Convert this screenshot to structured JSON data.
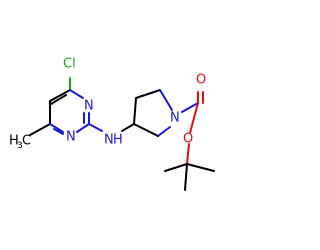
{
  "molecule": {
    "atoms": {
      "cl": "Cl",
      "n_ring_upper": "N",
      "n_ring_lower": "N",
      "nh_n": "N",
      "nh_h": "H",
      "n_pyrrolidine": "N",
      "o_carbonyl": "O",
      "o_ester": "O",
      "methyl_h": "H",
      "methyl_3": "3",
      "methyl_c": "C"
    }
  },
  "colors": {
    "nitrogen": "#1a1ad6",
    "oxygen": "#e01010",
    "chlorine": "#1fa31f",
    "carbon": "#000000"
  }
}
